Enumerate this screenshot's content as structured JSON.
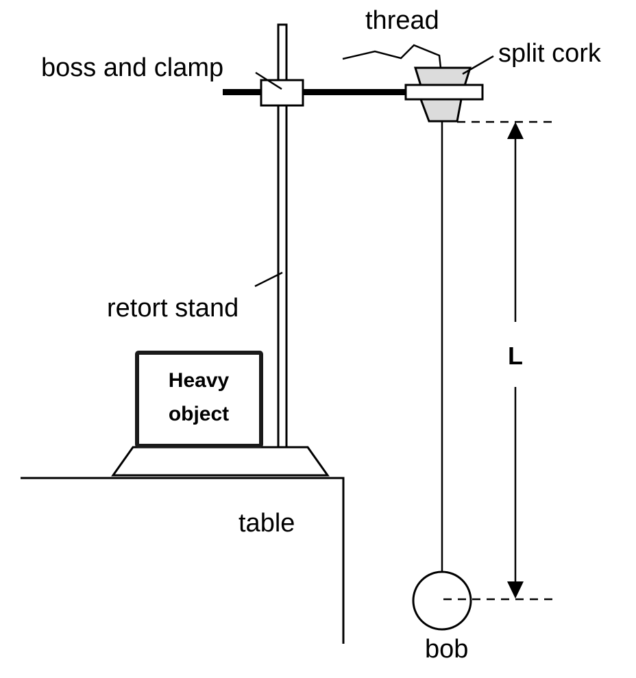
{
  "labels": {
    "thread": "thread",
    "split_cork": "split cork",
    "boss_and_clamp": "boss and clamp",
    "retort_stand": "retort stand",
    "heavy_object_line1": "Heavy",
    "heavy_object_line2": "object",
    "table": "table",
    "length": "L",
    "bob": "bob"
  },
  "colors": {
    "cork_fill": "#dcdcdc",
    "stroke": "#000000"
  }
}
